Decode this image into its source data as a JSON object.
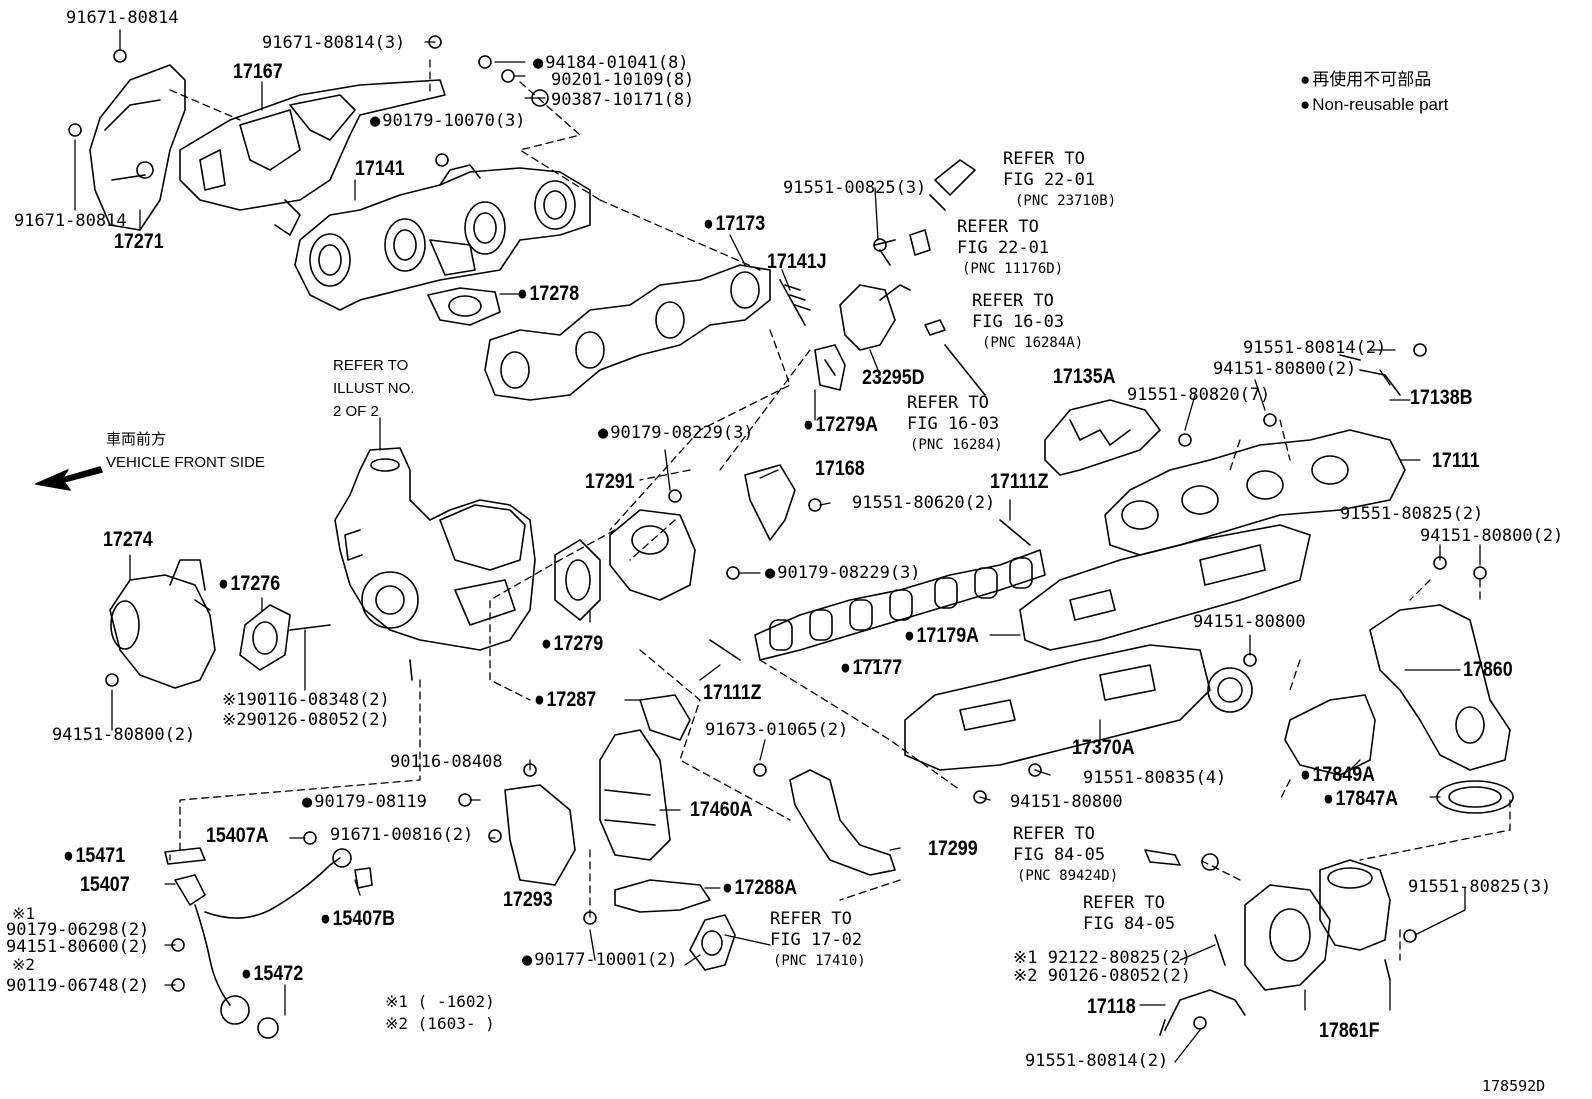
{
  "legend": {
    "nonreusable_jp": "再使用不可部品",
    "nonreusable_en": "Non-reusable part"
  },
  "front": {
    "jp": "車両前方",
    "en": "VEHICLE FRONT SIDE"
  },
  "refer_illust": [
    "REFER TO",
    "ILLUST NO.",
    "2 OF 2"
  ],
  "refers": [
    {
      "line1": "REFER TO",
      "line2": "FIG 22-01",
      "pnc": "(PNC 23710B)"
    },
    {
      "line1": "REFER TO",
      "line2": "FIG 22-01",
      "pnc": "(PNC 11176D)"
    },
    {
      "line1": "REFER TO",
      "line2": "FIG 16-03",
      "pnc": "(PNC 16284A)"
    },
    {
      "line1": "REFER TO",
      "line2": "FIG 16-03",
      "pnc": "(PNC 16284)"
    },
    {
      "line1": "REFER TO",
      "line2": "FIG 84-05",
      "pnc": "(PNC 89424D)"
    },
    {
      "line1": "REFER TO",
      "line2": "FIG 84-05",
      "pnc": ""
    },
    {
      "line1": "REFER TO",
      "line2": "FIG 17-02",
      "pnc": "(PNC 17410)"
    }
  ],
  "labels": {
    "p91671_80814_top": "91671-80814",
    "p91671_80814_3": "91671-80814(3)",
    "p94184_01041": "94184-01041(8)",
    "p90201_10109": "90201-10109(8)",
    "p90387_10171": "90387-10171(8)",
    "p17167": "17167",
    "p90179_10070": "90179-10070(3)",
    "p17141": "17141",
    "p91671_80814_left": "91671-80814",
    "p17271": "17271",
    "p91551_00825": "91551-00825(3)",
    "p17173": "17173",
    "p17141J": "17141J",
    "p17278": "17278",
    "p23295D": "23295D",
    "p17279A": "17279A",
    "p91551_80814_2": "91551-80814(2)",
    "p94151_80800_2a": "94151-80800(2)",
    "p17135A": "17135A",
    "p91551_80820": "91551-80820(7)",
    "p17138B": "17138B",
    "p17111": "17111",
    "p90179_08229_3": "90179-08229(3)",
    "p17291": "17291",
    "p17168": "17168",
    "p91551_80620": "91551-80620(2)",
    "p17111Z_a": "17111Z",
    "p91551_80825_2": "91551-80825(2)",
    "p94151_80800_2b": "94151-80800(2)",
    "p17274": "17274",
    "p17276": "17276",
    "p90179_08229_3b": "90179-08229(3)",
    "p17279": "17279",
    "p17179A": "17179A",
    "p94151_80800": "94151-80800",
    "p17177": "17177",
    "p17860": "17860",
    "p94151_80800_2c": "94151-80800(2)",
    "p90116_08348": "※190116-08348(2)",
    "p90126_08052": "※290126-08052(2)",
    "p17287": "17287",
    "p17111Z_b": "17111Z",
    "p91673_01065": "91673-01065(2)",
    "p17370A": "17370A",
    "p17849A": "17849A",
    "p90116_08408": "90116-08408",
    "p91551_80835": "91551-80835(4)",
    "p17847A": "17847A",
    "p90179_08119": "90179-08119",
    "p17460A": "17460A",
    "p94151_80800_b": "94151-80800",
    "p15407A": "15407A",
    "p91671_00816": "91671-00816(2)",
    "p17299": "17299",
    "p15471": "15471",
    "p15407": "15407",
    "p17293": "17293",
    "p17288A": "17288A",
    "p91551_80825_3": "91551-80825(3)",
    "p15407B": "15407B",
    "fn_x1": "※1",
    "p90179_06298": "90179-06298(2)",
    "p94151_80600": "94151-80600(2)",
    "fn_x2": "※2",
    "p90119_06748": "90119-06748(2)",
    "p15472": "15472",
    "p90177_10001": "90177-10001(2)",
    "p92122_80825": "※1 92122-80825(2)",
    "p90126_08052b": "※2 90126-08052(2)",
    "p17118": "17118",
    "p17861F": "17861F",
    "p91551_80814_b": "91551-80814(2)",
    "note1": "※1 (      -1602)",
    "note2": "※2 (1603-      )",
    "drawing_no": "178592D"
  }
}
